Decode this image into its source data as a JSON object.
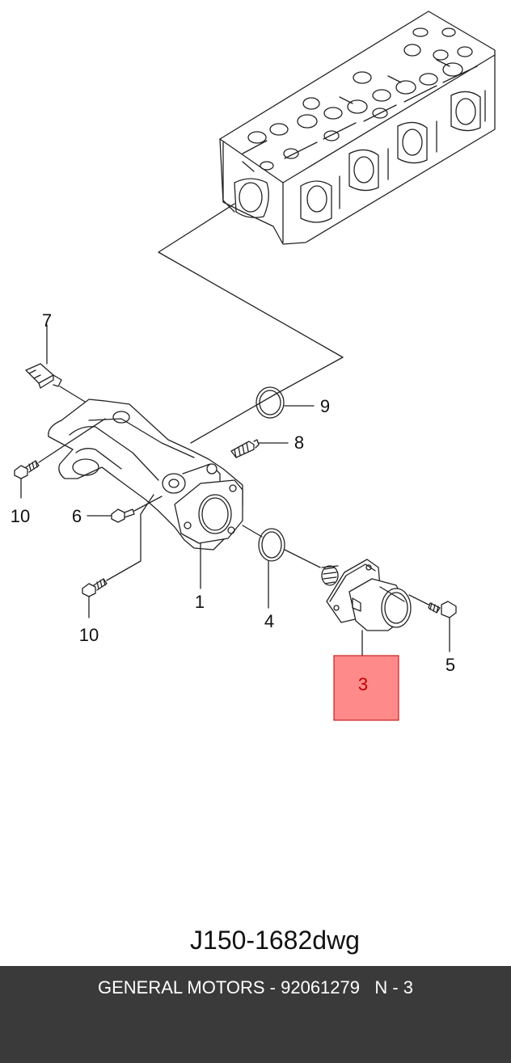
{
  "diagram": {
    "drawing_code": "J150-1682dwg",
    "highlight_color": "#ff8a8a",
    "callouts": [
      "7",
      "9",
      "8",
      "10",
      "6",
      "1",
      "4",
      "10",
      "5",
      "3"
    ]
  },
  "footer": {
    "text": "GENERAL MOTORS - 92061279   N - 3",
    "background": "#3a3a3a"
  }
}
